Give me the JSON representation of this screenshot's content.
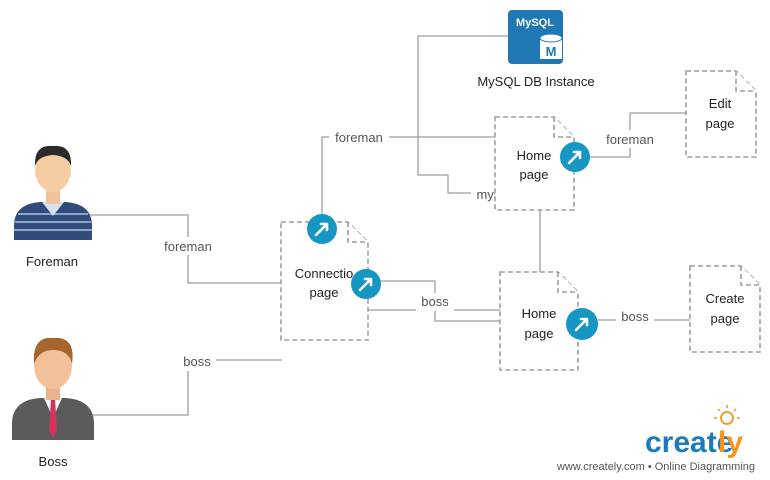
{
  "actors": {
    "foreman": "Foreman",
    "boss": "Boss"
  },
  "pages": {
    "connection": [
      "Connectio",
      "page"
    ],
    "home_top": [
      "Home",
      "page"
    ],
    "home_bottom": [
      "Home",
      "page"
    ],
    "edit": [
      "Edit",
      "page"
    ],
    "create": [
      "Create",
      "page"
    ]
  },
  "database": {
    "brand": "MySQL",
    "letter": "M",
    "label": "MySQL DB Instance"
  },
  "edges": {
    "foreman_actor": "foreman",
    "boss_actor": "boss",
    "foreman_home": "foreman",
    "mysql_connect": "mysql connect",
    "foreman_edit": "foreman",
    "boss_home": "boss",
    "boss_create": "boss"
  },
  "brand": {
    "logo_main": "create",
    "logo_suffix": "ly",
    "footer": "www.creately.com • Online Diagramming"
  },
  "colors": {
    "link_icon": "#1596c3",
    "db_icon": "#1f77b4",
    "logo_blue": "#1a7abf",
    "logo_orange": "#f7941d",
    "connector": "#9e9e9e"
  }
}
